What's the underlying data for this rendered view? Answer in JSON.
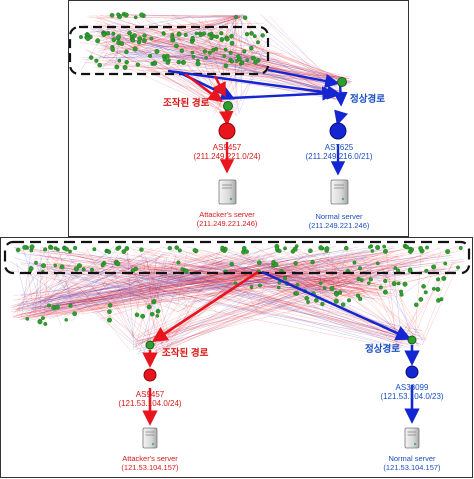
{
  "colors": {
    "attack": "#e8141e",
    "normal": "#1426d2",
    "attack_label": "#d61a1a",
    "normal_label": "#1a4fc0",
    "node": "#2e9e2e",
    "box_border": "#111111"
  },
  "top_panel": {
    "attack_path_label": "조작된 경로",
    "normal_path_label": "정상경로",
    "attack_as": {
      "name": "AS9457",
      "prefix": "(211.249.221.0/24)",
      "badge": ""
    },
    "normal_as": {
      "name": "AS7625",
      "prefix": "(211.249.216.0/21)"
    },
    "attacker_server": {
      "name": "Attacker's server",
      "ip": "(211.249.221.246)",
      "icon": "server-icon"
    },
    "normal_server": {
      "name": "Normal server",
      "ip": "(211.249.221.246)",
      "icon": "server-icon"
    }
  },
  "bottom_panel": {
    "attack_path_label": "조작된 경로",
    "normal_path_label": "정상경로",
    "attack_as": {
      "name": "AS9457",
      "prefix": "(121.53.104.0/24)"
    },
    "normal_as": {
      "name": "AS38099",
      "prefix": "(121.53.104.0/23)"
    },
    "attacker_server": {
      "name": "Attacker's server",
      "ip": "(121.53.104.157)",
      "icon": "server-icon"
    },
    "normal_server": {
      "name": "Normal server",
      "ip": "(121.53.104.157)",
      "icon": "server-icon"
    }
  }
}
